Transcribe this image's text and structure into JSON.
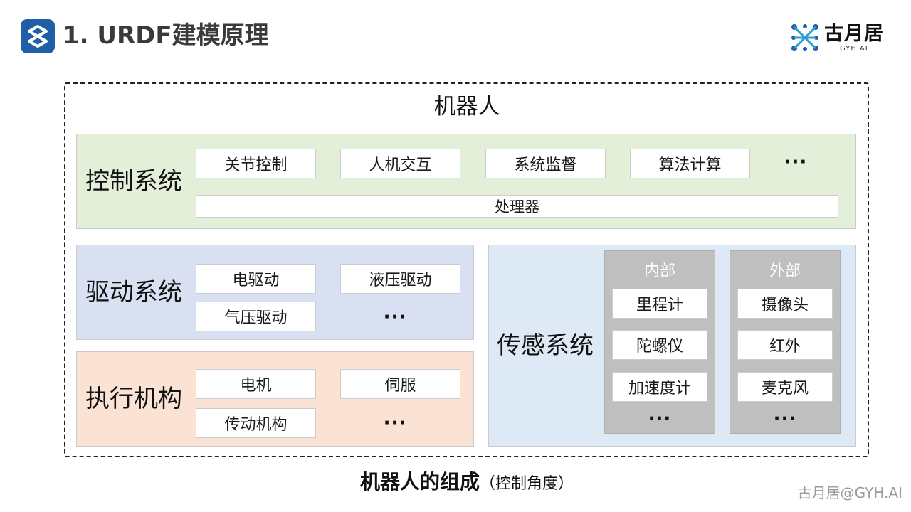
{
  "header": {
    "title": "1. URDF建模原理",
    "brand_name": "古月居",
    "brand_sub": "GYH.AI",
    "accent_color": "#1f5fa8"
  },
  "diagram": {
    "outer_title": "机器人",
    "control": {
      "label": "控制系统",
      "items": [
        "关节控制",
        "人机交互",
        "系统监督",
        "算法计算"
      ],
      "more": "···",
      "processor": "处理器",
      "color": "#e3efd9"
    },
    "drive": {
      "label": "驱动系统",
      "items": [
        "电驱动",
        "液压驱动",
        "气压驱动"
      ],
      "more": "···",
      "color": "#d9e0f2"
    },
    "exec": {
      "label": "执行机构",
      "items": [
        "电机",
        "伺服",
        "传动机构"
      ],
      "more": "···",
      "color": "#fae3d5"
    },
    "sense": {
      "label": "传感系统",
      "color": "#dde9f5",
      "internal": {
        "title": "内部",
        "items": [
          "里程计",
          "陀螺仪",
          "加速度计"
        ],
        "more": "···"
      },
      "external": {
        "title": "外部",
        "items": [
          "摄像头",
          "红外",
          "麦克风"
        ],
        "more": "···"
      }
    }
  },
  "caption": {
    "main": "机器人的组成",
    "sub": "（控制角度）"
  },
  "watermark": "古月居@GYH.AI"
}
